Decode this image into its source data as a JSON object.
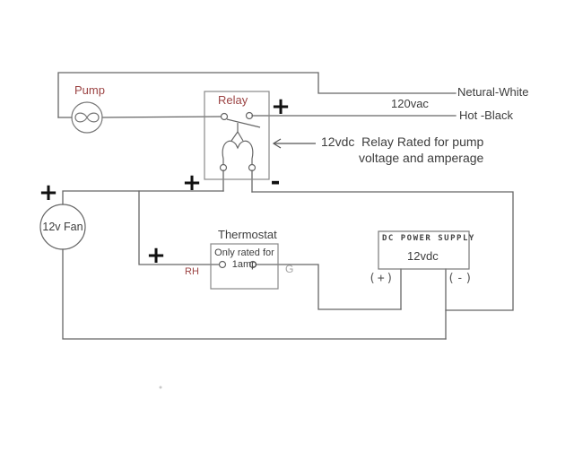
{
  "pump": {
    "label": "Pump"
  },
  "relay": {
    "label": "Relay",
    "top_polarity": "+",
    "coil_left_polarity": "+",
    "coil_right_polarity": "-"
  },
  "ac": {
    "neutral_label": "Netural-White",
    "voltage": "120vac",
    "hot_label": "Hot -Black"
  },
  "annotation": {
    "line1": "12vdc  Relay Rated for pump",
    "line2": "voltage and amperage"
  },
  "fan": {
    "label": "12v Fan",
    "polarity": "+"
  },
  "thermostat": {
    "title": "Thermostat",
    "rating_line1": "Only rated for",
    "rating_line2": "1amp",
    "rh_terminal": "RH",
    "g_terminal": "G",
    "polarity": "+"
  },
  "power_supply": {
    "title": "DC POWER SUPPLY",
    "voltage": "12vdc",
    "positive_terminal": "(+)",
    "negative_terminal": "(-)"
  },
  "colors": {
    "background": "#ffffff",
    "wire": "#666666",
    "box_border": "#888888",
    "component_label_red": "#9c4444",
    "text_dark": "#3d3d3d",
    "g_label_gray": "#a3a3a3",
    "polarity_mark": "#111111"
  }
}
